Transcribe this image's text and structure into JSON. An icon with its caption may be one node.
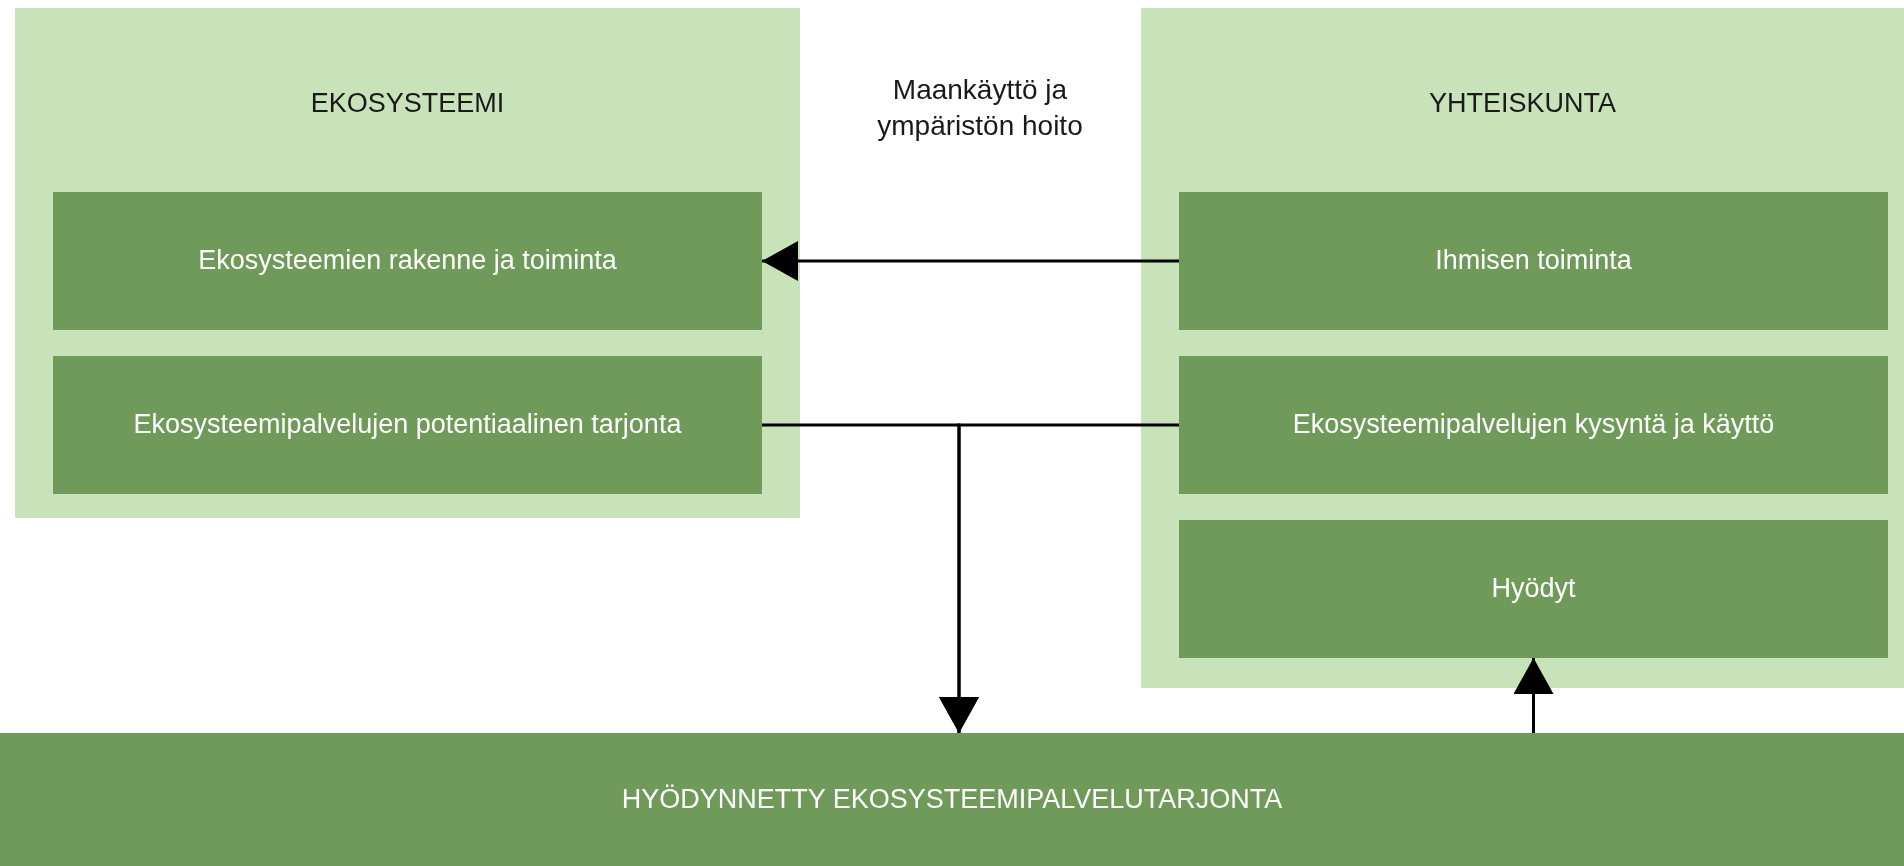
{
  "diagram": {
    "nodes": [
      {
        "text": [
          "EKOSYSTEEMI"
        ]
      },
      {
        "text": [
          "Ekosysteemien rakenne ja toiminta"
        ],
        "in": 0
      },
      {
        "text": [
          "Ekosysteemipalvelujen potentiaalinen tarjonta"
        ],
        "in": 0
      },
      {
        "text": [
          "YHTEISKUNTA"
        ]
      },
      {
        "text": [
          "Ihmisen toiminta"
        ],
        "in": 3
      },
      {
        "text": [
          "Ekosysteemipalvelujen kysyntä ja käyttö"
        ],
        "in": 3
      },
      {
        "text": [
          "Hyödyt"
        ],
        "in": 3
      },
      {
        "text": [
          "HYÖDYNNETTY EKOSYSTEEMIPALVELUTARJONTA"
        ]
      }
    ],
    "edges": [
      {
        "from": 4,
        "to": 1,
        "arrow": "to",
        "label": "Maankäyttö ja ympäristön hoito"
      },
      {
        "from": 2,
        "to": 7,
        "arrow": "to"
      },
      {
        "from": 5,
        "to": 7,
        "arrow": "to"
      },
      {
        "from": 7,
        "to": 6,
        "arrow": "to"
      }
    ]
  }
}
